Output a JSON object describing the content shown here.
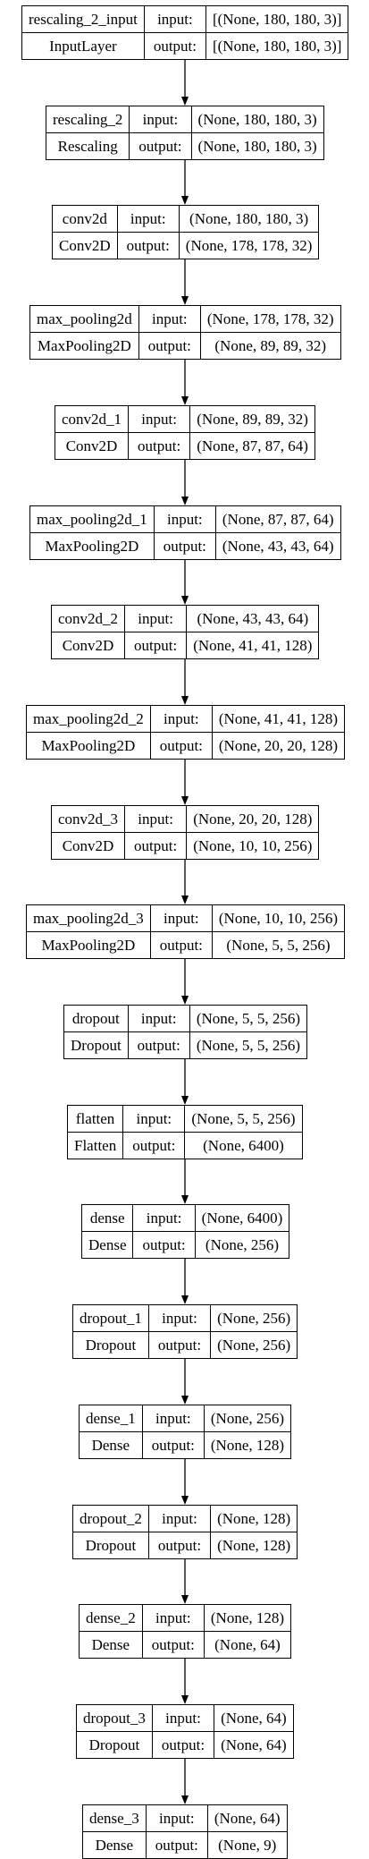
{
  "nodes": [
    {
      "name": "rescaling_2_input",
      "type": "InputLayer",
      "input_label": "input:",
      "output_label": "output:",
      "input_shape": "[(None, 180, 180, 3)]",
      "output_shape": "[(None, 180, 180, 3)]"
    },
    {
      "name": "rescaling_2",
      "type": "Rescaling",
      "input_label": "input:",
      "output_label": "output:",
      "input_shape": "(None, 180, 180, 3)",
      "output_shape": "(None, 180, 180, 3)"
    },
    {
      "name": "conv2d",
      "type": "Conv2D",
      "input_label": "input:",
      "output_label": "output:",
      "input_shape": "(None, 180, 180, 3)",
      "output_shape": "(None, 178, 178, 32)"
    },
    {
      "name": "max_pooling2d",
      "type": "MaxPooling2D",
      "input_label": "input:",
      "output_label": "output:",
      "input_shape": "(None, 178, 178, 32)",
      "output_shape": "(None, 89, 89, 32)"
    },
    {
      "name": "conv2d_1",
      "type": "Conv2D",
      "input_label": "input:",
      "output_label": "output:",
      "input_shape": "(None, 89, 89, 32)",
      "output_shape": "(None, 87, 87, 64)"
    },
    {
      "name": "max_pooling2d_1",
      "type": "MaxPooling2D",
      "input_label": "input:",
      "output_label": "output:",
      "input_shape": "(None, 87, 87, 64)",
      "output_shape": "(None, 43, 43, 64)"
    },
    {
      "name": "conv2d_2",
      "type": "Conv2D",
      "input_label": "input:",
      "output_label": "output:",
      "input_shape": "(None, 43, 43, 64)",
      "output_shape": "(None, 41, 41, 128)"
    },
    {
      "name": "max_pooling2d_2",
      "type": "MaxPooling2D",
      "input_label": "input:",
      "output_label": "output:",
      "input_shape": "(None, 41, 41, 128)",
      "output_shape": "(None, 20, 20, 128)"
    },
    {
      "name": "conv2d_3",
      "type": "Conv2D",
      "input_label": "input:",
      "output_label": "output:",
      "input_shape": "(None, 20, 20, 128)",
      "output_shape": "(None, 10, 10, 256)"
    },
    {
      "name": "max_pooling2d_3",
      "type": "MaxPooling2D",
      "input_label": "input:",
      "output_label": "output:",
      "input_shape": "(None, 10, 10, 256)",
      "output_shape": "(None, 5, 5, 256)"
    },
    {
      "name": "dropout",
      "type": "Dropout",
      "input_label": "input:",
      "output_label": "output:",
      "input_shape": "(None, 5, 5, 256)",
      "output_shape": "(None, 5, 5, 256)"
    },
    {
      "name": "flatten",
      "type": "Flatten",
      "input_label": "input:",
      "output_label": "output:",
      "input_shape": "(None, 5, 5, 256)",
      "output_shape": "(None, 6400)"
    },
    {
      "name": "dense",
      "type": "Dense",
      "input_label": "input:",
      "output_label": "output:",
      "input_shape": "(None, 6400)",
      "output_shape": "(None, 256)"
    },
    {
      "name": "dropout_1",
      "type": "Dropout",
      "input_label": "input:",
      "output_label": "output:",
      "input_shape": "(None, 256)",
      "output_shape": "(None, 256)"
    },
    {
      "name": "dense_1",
      "type": "Dense",
      "input_label": "input:",
      "output_label": "output:",
      "input_shape": "(None, 256)",
      "output_shape": "(None, 128)"
    },
    {
      "name": "dropout_2",
      "type": "Dropout",
      "input_label": "input:",
      "output_label": "output:",
      "input_shape": "(None, 128)",
      "output_shape": "(None, 128)"
    },
    {
      "name": "dense_2",
      "type": "Dense",
      "input_label": "input:",
      "output_label": "output:",
      "input_shape": "(None, 128)",
      "output_shape": "(None, 64)"
    },
    {
      "name": "dropout_3",
      "type": "Dropout",
      "input_label": "input:",
      "output_label": "output:",
      "input_shape": "(None, 64)",
      "output_shape": "(None, 64)"
    },
    {
      "name": "dense_3",
      "type": "Dense",
      "input_label": "input:",
      "output_label": "output:",
      "input_shape": "(None, 64)",
      "output_shape": "(None, 9)"
    }
  ]
}
